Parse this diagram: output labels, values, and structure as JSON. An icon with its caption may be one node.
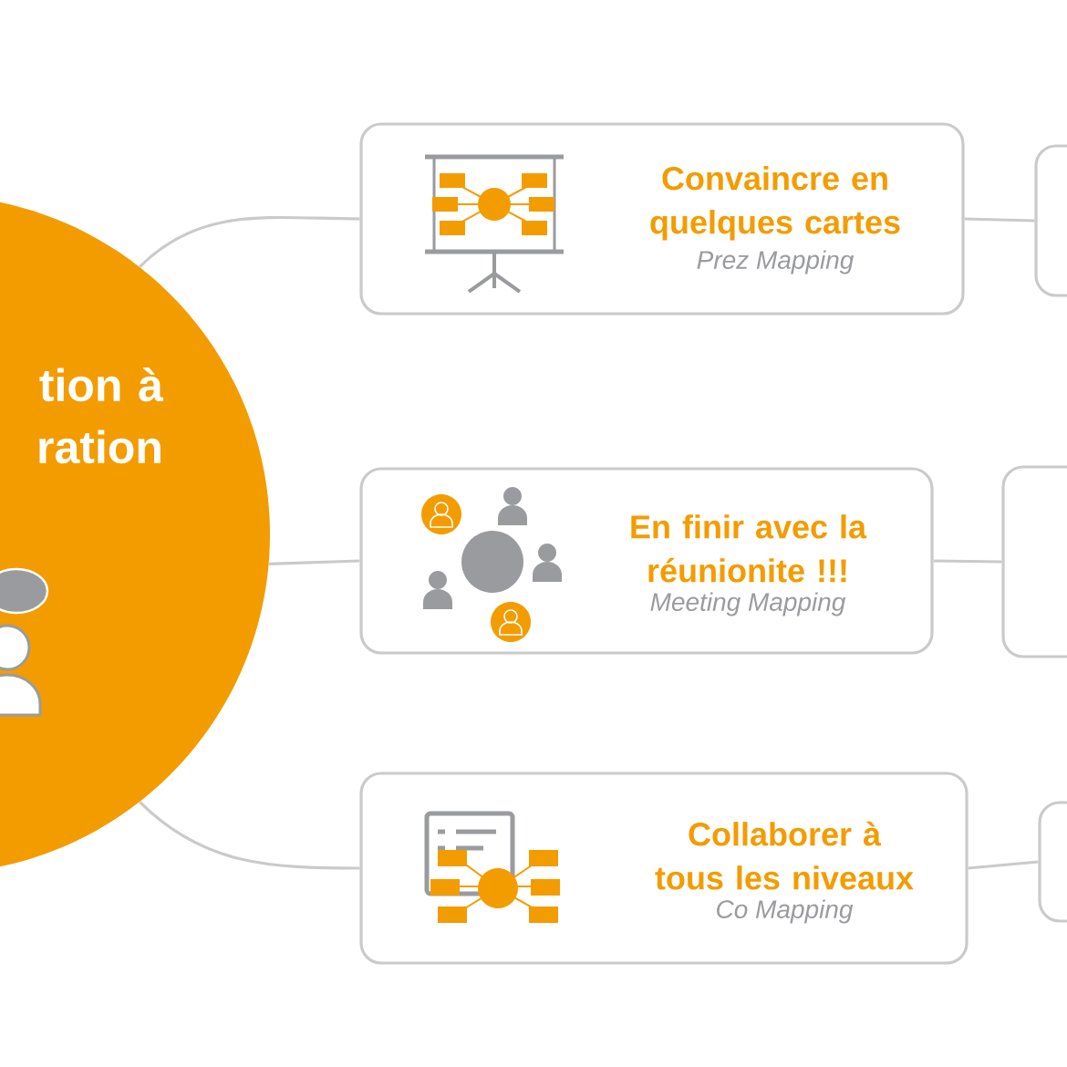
{
  "diagram": {
    "nodes": [
      {
        "text": [
          "tion à ration"
        ]
      },
      {
        "text": [
          "Convaincre en quelques cartes",
          "Prez Mapping"
        ]
      },
      {
        "text": [
          "En finir avec la réunionite !!!",
          "Meeting Mapping"
        ]
      },
      {
        "text": [
          "Collaborer à tous les niveaux",
          "Co Mapping"
        ]
      },
      {
        "text": [],
        "shape": "box"
      },
      {
        "text": [],
        "shape": "box"
      },
      {
        "text": [],
        "shape": "box"
      }
    ],
    "edges": [
      {
        "from": 0,
        "to": 1,
        "arrow": "none"
      },
      {
        "from": 0,
        "to": 2,
        "arrow": "none"
      },
      {
        "from": 0,
        "to": 3,
        "arrow": "none"
      },
      {
        "from": 1,
        "to": 4,
        "arrow": "none"
      },
      {
        "from": 2,
        "to": 5,
        "arrow": "none"
      },
      {
        "from": 3,
        "to": 6,
        "arrow": "none"
      }
    ]
  }
}
